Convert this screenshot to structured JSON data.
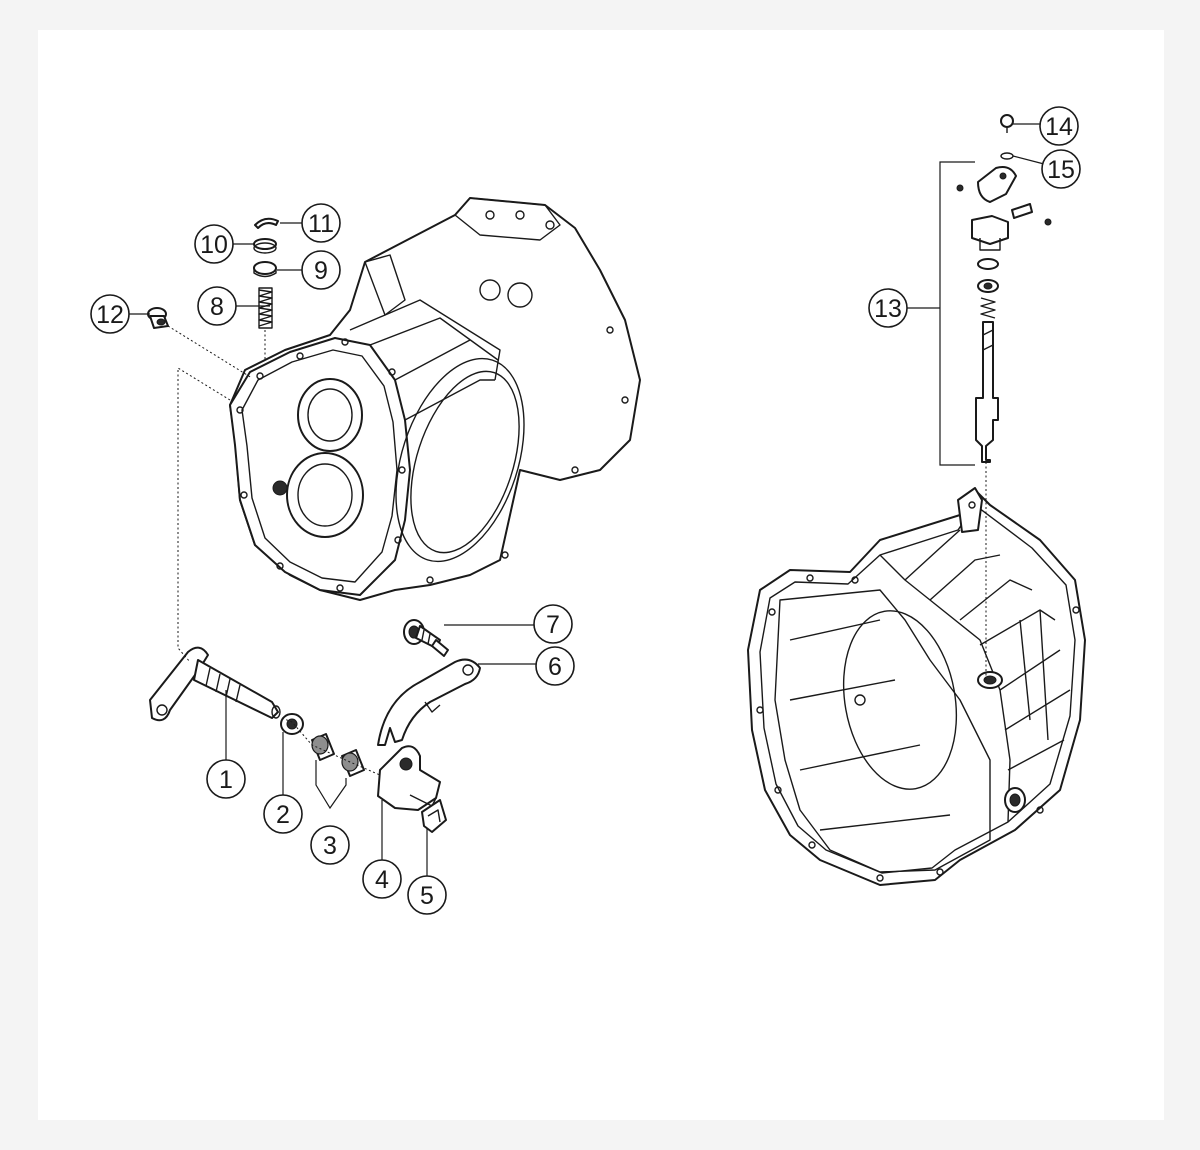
{
  "callouts": [
    {
      "id": "1",
      "label": "1"
    },
    {
      "id": "2",
      "label": "2"
    },
    {
      "id": "3",
      "label": "3"
    },
    {
      "id": "4",
      "label": "4"
    },
    {
      "id": "5",
      "label": "5"
    },
    {
      "id": "6",
      "label": "6"
    },
    {
      "id": "7",
      "label": "7"
    },
    {
      "id": "8",
      "label": "8"
    },
    {
      "id": "9",
      "label": "9"
    },
    {
      "id": "10",
      "label": "10"
    },
    {
      "id": "11",
      "label": "11"
    },
    {
      "id": "12",
      "label": "12"
    },
    {
      "id": "13",
      "label": "13"
    },
    {
      "id": "14",
      "label": "14"
    },
    {
      "id": "15",
      "label": "15"
    }
  ],
  "colors": {
    "line": "#1a1a1a",
    "paper": "#ffffff",
    "margin": "#f4f4f4",
    "shade": "#8e8e8e"
  }
}
